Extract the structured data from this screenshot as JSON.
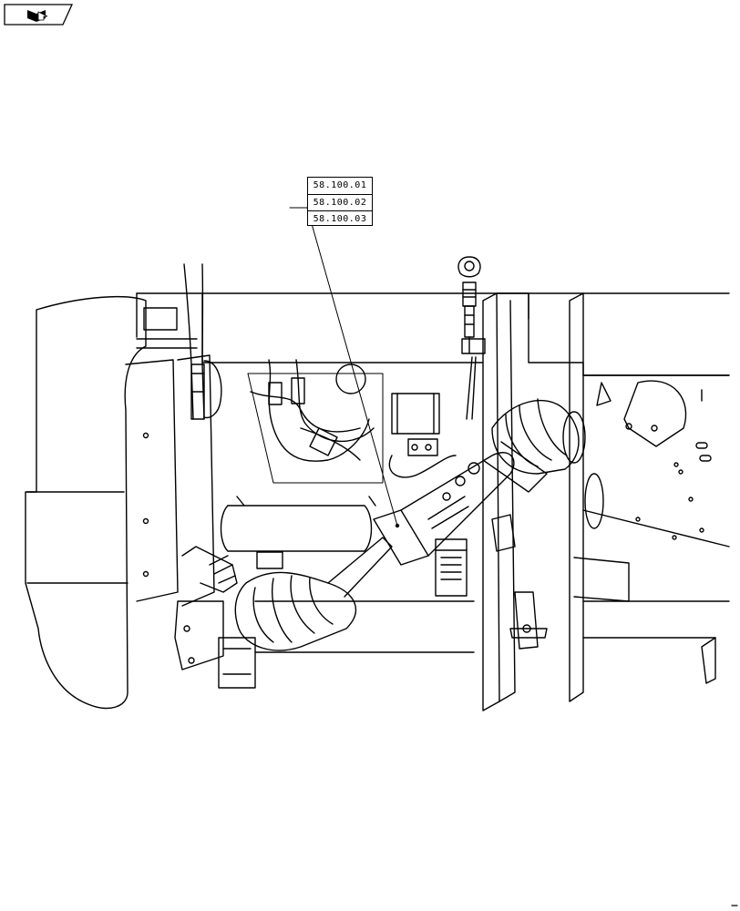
{
  "navigation": {
    "icon": "book-arrow-icon"
  },
  "references": [
    {
      "code": "58.100.01"
    },
    {
      "code": "58.100.02"
    },
    {
      "code": "58.100.03"
    }
  ],
  "colors": {
    "line": "#000000",
    "background": "#ffffff"
  }
}
